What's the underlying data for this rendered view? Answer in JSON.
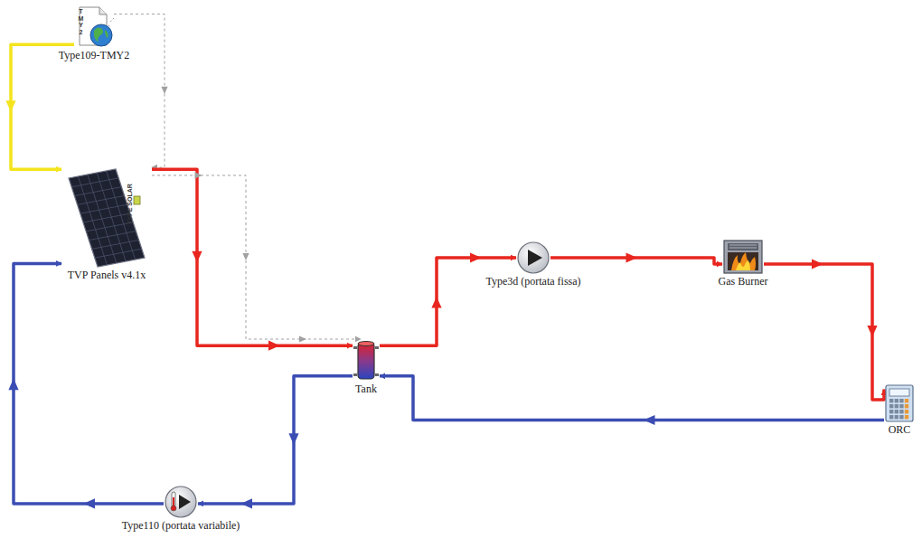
{
  "diagram": {
    "nodes": [
      {
        "text": [
          "Type109-TMY2"
        ]
      },
      {
        "text": [
          "TVP Panels v4.1x"
        ]
      },
      {
        "text": [
          "Tank"
        ]
      },
      {
        "text": [
          "Type3d (portata fissa)"
        ]
      },
      {
        "text": [
          "Gas Burner"
        ]
      },
      {
        "text": [
          "ORC"
        ]
      },
      {
        "text": [
          "Type110 (portata variabile)"
        ]
      }
    ],
    "edges": [
      {
        "from": 0,
        "to": 1,
        "arrow": "to"
      },
      {
        "from": 0,
        "to": 1,
        "arrow": "to"
      },
      {
        "from": 1,
        "to": 2,
        "arrow": "to"
      },
      {
        "from": 1,
        "to": 2,
        "arrow": "to"
      },
      {
        "from": 2,
        "to": 3,
        "arrow": "to"
      },
      {
        "from": 3,
        "to": 4,
        "arrow": "to"
      },
      {
        "from": 4,
        "to": 5,
        "arrow": "to"
      },
      {
        "from": 5,
        "to": 2,
        "arrow": "to"
      },
      {
        "from": 2,
        "to": 6,
        "arrow": "to"
      },
      {
        "from": 6,
        "to": 1,
        "arrow": "to"
      }
    ],
    "labels": [
      "TMY2",
      "TYPE SOLAR"
    ]
  }
}
